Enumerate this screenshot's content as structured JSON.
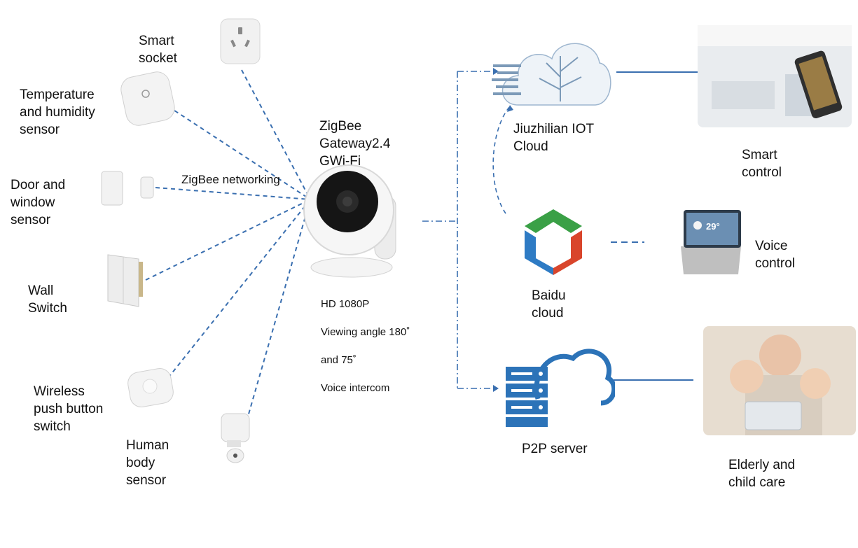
{
  "devices": {
    "smart_socket": "Smart\nsocket",
    "temp_humidity": "Temperature\nand humidity\nsensor",
    "door_window": "Door and\nwindow\nsensor",
    "wall_switch": "Wall\nSwitch",
    "push_button": "Wireless\npush button\nswitch",
    "human_body": "Human\nbody\nsensor"
  },
  "network_label": "ZigBee networking",
  "gateway": {
    "title": "ZigBee\nGateway2.4\nGWi-Fi",
    "specs": [
      "HD 1080P",
      "Viewing angle 180˚",
      "and 75˚",
      "Voice intercom"
    ]
  },
  "services": {
    "iot_cloud": "Jiuzhilian IOT\nCloud",
    "baidu_cloud": "Baidu\ncloud",
    "p2p_server": "P2P server"
  },
  "endpoints": {
    "smart_control": "Smart\ncontrol",
    "voice_control": "Voice\ncontrol",
    "care": "Elderly and\nchild care"
  },
  "screen_temp": "29°",
  "colors": {
    "link": "#3a6fb0",
    "cloud_blue": "#2c73b8",
    "baidu_green": "#3aa046",
    "baidu_blue": "#2e7bc4",
    "baidu_red": "#d9452b"
  }
}
